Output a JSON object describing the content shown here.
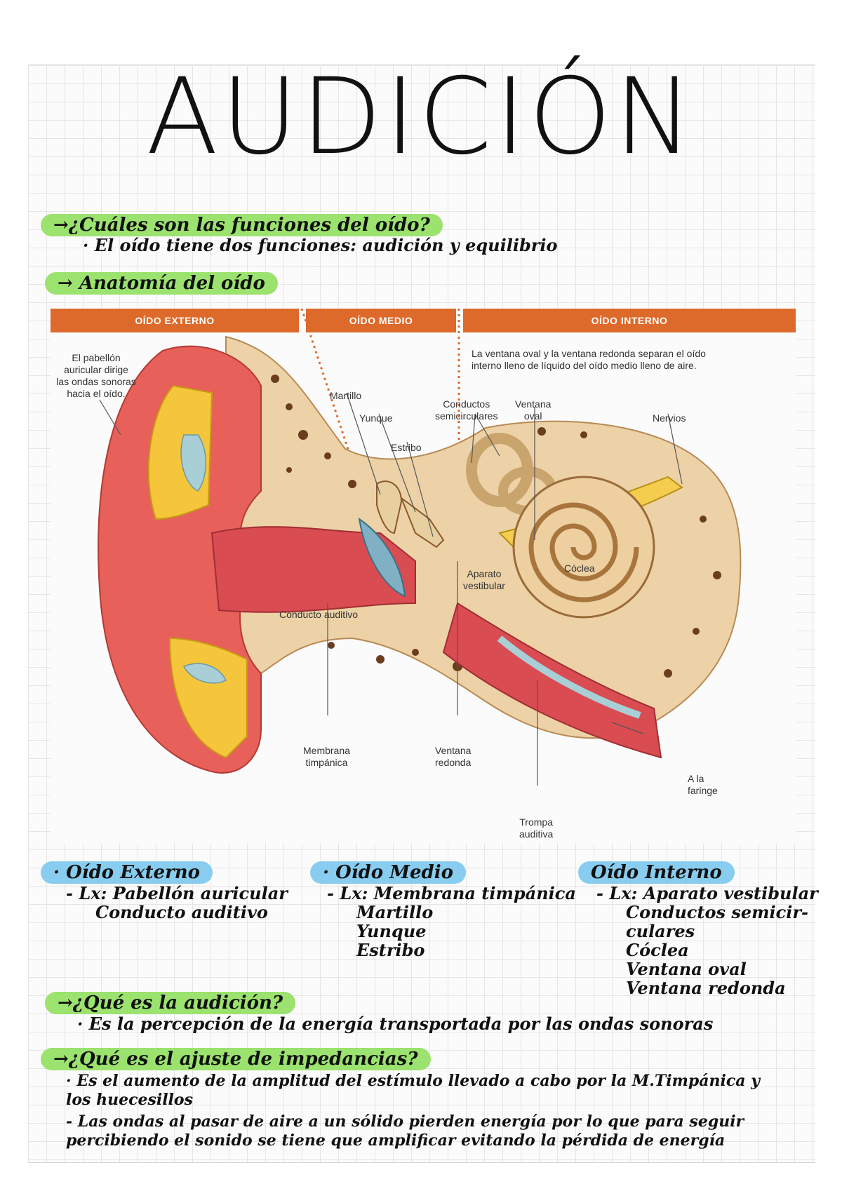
{
  "title": "AUDICIÓN",
  "q_functions": "→¿Cuáles son las funciones del oído?",
  "a_functions": "· El oído tiene dos funciones: audición y equilibrio",
  "h_anatomy": "→ Anatomía del oído",
  "figure": {
    "bars": [
      "OÍDO EXTERNO",
      "OÍDO MEDIO",
      "OÍDO INTERNO"
    ],
    "labels": {
      "pabellon_1": "El pabellón",
      "pabellon_2": "auricular dirige",
      "pabellon_3": "las ondas sonoras",
      "pabellon_4": "hacia el oído.",
      "ventanas_1": "La ventana oval y la ventana redonda separan el oído",
      "ventanas_2": "interno lleno de líquido del oído medio lleno de aire.",
      "martillo": "Martillo",
      "yunque": "Yunque",
      "estribo": "Estribo",
      "conductos_1": "Conductos",
      "conductos_2": "semicirculares",
      "ventana_oval_1": "Ventana",
      "ventana_oval_2": "oval",
      "nervios": "Nervios",
      "coclea": "Cóclea",
      "aparato_1": "Aparato",
      "aparato_2": "vestibular",
      "conducto_auditivo": "Conducto auditivo",
      "membrana_1": "Membrana",
      "membrana_2": "timpánica",
      "ventana_red_1": "Ventana",
      "ventana_red_2": "redonda",
      "faringe_1": "A la",
      "faringe_2": "faringe",
      "trompa_1": "Trompa",
      "trompa_2": "auditiva"
    }
  },
  "sections": {
    "externo": {
      "heading": "· Oído Externo",
      "items": [
        "- Lx: Pabellón auricular",
        "Conducto auditivo"
      ]
    },
    "medio": {
      "heading": "· Oído Medio",
      "items": [
        "- Lx: Membrana timpánica",
        "Martillo",
        "Yunque",
        "Estribo"
      ]
    },
    "interno": {
      "heading": "Oído Interno",
      "items": [
        "- Lx: Aparato vestibular",
        "Conductos semicir-",
        "culares",
        "Cóclea",
        "Ventana oval",
        "Ventana redonda"
      ]
    }
  },
  "q_audicion": "→¿Qué es la audición?",
  "a_audicion": "· Es la percepción de la energía transportada por las ondas sonoras",
  "q_impedancias": "→¿Qué es el ajuste de impedancias?",
  "a_impedancias": [
    "· Es el aumento de la amplitud del estímulo llevado a cabo por la M.Timpánica y",
    "los huecesillos",
    "- Las ondas al pasar de aire a un sólido pierden energía por lo que para seguir",
    "percibiendo el sonido se tiene que amplificar evitando la pérdida de energía"
  ],
  "colors": {
    "green_highlight": "#9be26e",
    "blue_highlight": "#88cdf0",
    "bar_orange": "#dd6a2b"
  }
}
